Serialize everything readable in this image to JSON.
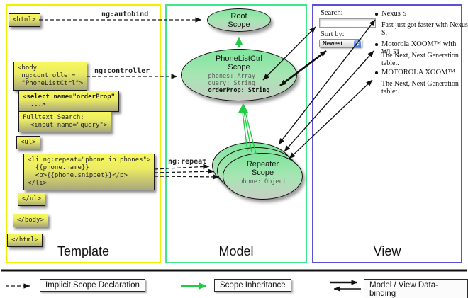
{
  "annotations": {
    "autobind": "ng:autobind",
    "controller": "ng:controller",
    "repeat": "ng:repeat"
  },
  "template": {
    "title": "Template",
    "boxes": {
      "html_open": "<html>",
      "body_open": "<body\n ng:controller=\n \"PhoneListCtrl\">",
      "select": "<select name=\"orderProp\"\n  ...>",
      "fulltext": "Fulltext Search:\n  <input name=\"query\">",
      "ul_open": "<ul>",
      "li_repeat": "<li ng:repeat=\"phone in phones\">\n  {{phone.name}}\n  <p>{{phone.snippet}}</p>\n</li>",
      "ul_close": "</ul>",
      "body_close": "</body>",
      "html_close": "</html>"
    }
  },
  "model": {
    "title": "Model",
    "root_scope": {
      "title": "Root\nScope"
    },
    "phonelistctrl_scope": {
      "title": "PhoneListCtrl\nScope",
      "props": "phones: Array\nquery: String",
      "bold_prop": "orderProp: String"
    },
    "repeater_scope": {
      "title": "Repeater\nScope",
      "prop": "phone: Object"
    }
  },
  "view": {
    "title": "View",
    "search_label": "Search:",
    "sort_label": "Sort by:",
    "sort_value": "Newest",
    "items": [
      {
        "title": "Nexus S",
        "desc": "Fast just got faster with Nexus S."
      },
      {
        "title": "Motorola XOOM™ with Wi-Fi",
        "desc": "The Next, Next Generation tablet."
      },
      {
        "title": "MOTOROLA XOOM™",
        "desc": "The Next, Next Generation tablet."
      }
    ]
  },
  "legend": {
    "implicit": "Implicit Scope Declaration",
    "inheritance": "Scope Inheritance",
    "databinding": "Model / View Data-binding"
  },
  "colors": {
    "template_border": "#f0f000",
    "model_border": "#3fe68e",
    "view_border": "#5b50d6",
    "scope_green_top": "#7ee59c",
    "box_yellow_top": "#f7f75c",
    "inheritance_arrow": "#21cc45"
  }
}
